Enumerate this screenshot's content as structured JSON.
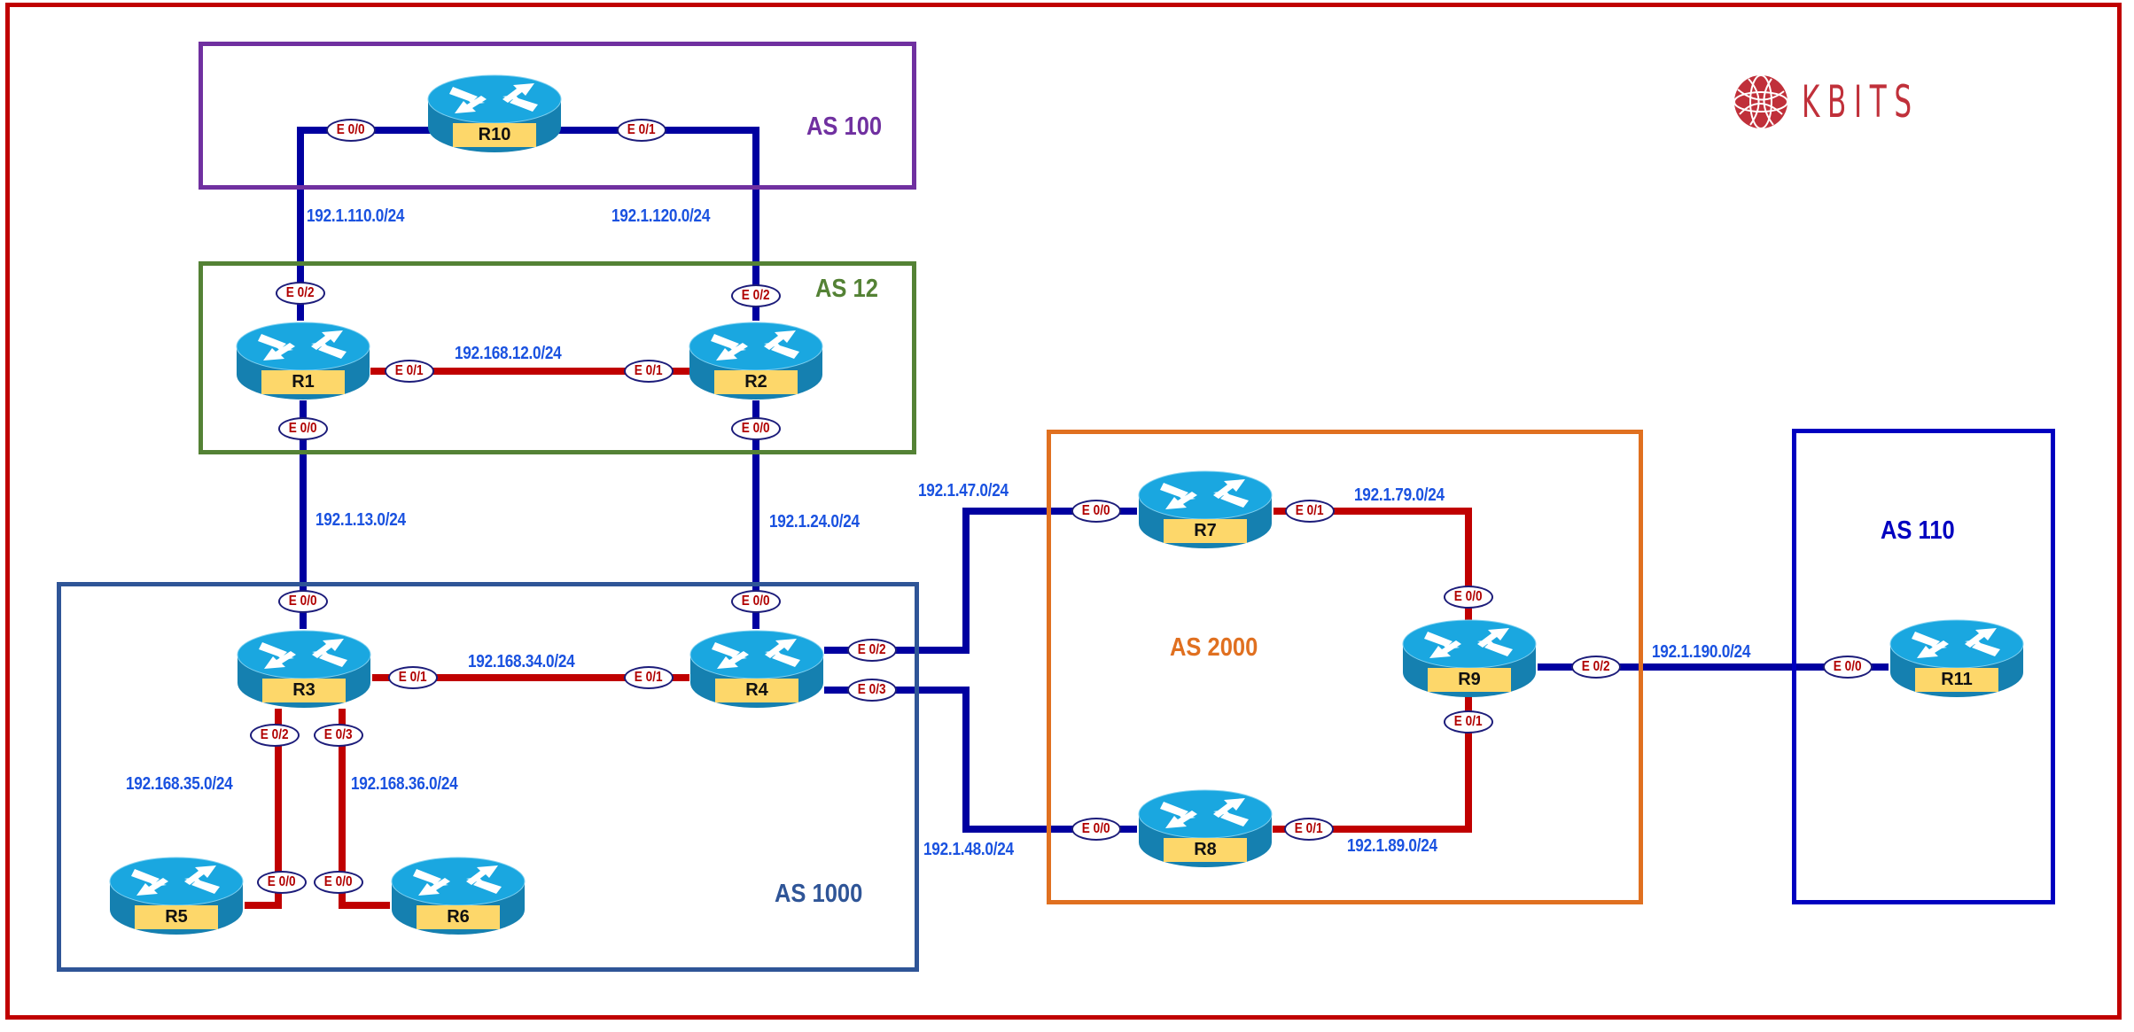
{
  "brand": {
    "logo_text": "KBITS",
    "logo_color": "#c0303a"
  },
  "colors": {
    "frame": "#c00000",
    "ebgp_link": "#0000a0",
    "ibgp_link": "#c00000",
    "network_label": "#1a52e0",
    "interface_text": "#b00000",
    "router_top": "#1aa7e0",
    "router_side": "#1580b0",
    "router_label_bg": "#fdd76a"
  },
  "autonomous_systems": [
    {
      "id": "as100",
      "label": "AS 100",
      "color": "#7030a0"
    },
    {
      "id": "as12",
      "label": "AS 12",
      "color": "#548235"
    },
    {
      "id": "as1000",
      "label": "AS 1000",
      "color": "#2f5597"
    },
    {
      "id": "as2000",
      "label": "AS 2000",
      "color": "#e07020"
    },
    {
      "id": "as110",
      "label": "AS 110",
      "color": "#0000c0"
    }
  ],
  "routers": [
    {
      "id": "R10",
      "name": "R10",
      "as": "AS 100"
    },
    {
      "id": "R1",
      "name": "R1",
      "as": "AS 12"
    },
    {
      "id": "R2",
      "name": "R2",
      "as": "AS 12"
    },
    {
      "id": "R3",
      "name": "R3",
      "as": "AS 1000"
    },
    {
      "id": "R4",
      "name": "R4",
      "as": "AS 1000"
    },
    {
      "id": "R5",
      "name": "R5",
      "as": "AS 1000"
    },
    {
      "id": "R6",
      "name": "R6",
      "as": "AS 1000"
    },
    {
      "id": "R7",
      "name": "R7",
      "as": "AS 2000"
    },
    {
      "id": "R8",
      "name": "R8",
      "as": "AS 2000"
    },
    {
      "id": "R9",
      "name": "R9",
      "as": "AS 2000"
    },
    {
      "id": "R11",
      "name": "R11",
      "as": "AS 110"
    }
  ],
  "links": [
    {
      "id": "l1",
      "network": "192.1.110.0/24",
      "a": "R10",
      "a_if": "E 0/0",
      "b": "R1",
      "b_if": "E 0/2",
      "type": "ebgp"
    },
    {
      "id": "l2",
      "network": "192.1.120.0/24",
      "a": "R10",
      "a_if": "E 0/1",
      "b": "R2",
      "b_if": "E 0/2",
      "type": "ebgp"
    },
    {
      "id": "l3",
      "network": "192.168.12.0/24",
      "a": "R1",
      "a_if": "E 0/1",
      "b": "R2",
      "b_if": "E 0/1",
      "type": "ibgp"
    },
    {
      "id": "l4",
      "network": "192.1.13.0/24",
      "a": "R1",
      "a_if": "E 0/0",
      "b": "R3",
      "b_if": "E 0/0",
      "type": "ebgp"
    },
    {
      "id": "l5",
      "network": "192.1.24.0/24",
      "a": "R2",
      "a_if": "E 0/0",
      "b": "R4",
      "b_if": "E 0/0",
      "type": "ebgp"
    },
    {
      "id": "l6",
      "network": "192.168.34.0/24",
      "a": "R3",
      "a_if": "E 0/1",
      "b": "R4",
      "b_if": "E 0/1",
      "type": "ibgp"
    },
    {
      "id": "l7",
      "network": "192.168.35.0/24",
      "a": "R3",
      "a_if": "E 0/2",
      "b": "R5",
      "b_if": "E 0/0",
      "type": "ibgp"
    },
    {
      "id": "l8",
      "network": "192.168.36.0/24",
      "a": "R3",
      "a_if": "E 0/3",
      "b": "R6",
      "b_if": "E 0/0",
      "type": "ibgp"
    },
    {
      "id": "l9",
      "network": "192.1.47.0/24",
      "a": "R4",
      "a_if": "E 0/2",
      "b": "R7",
      "b_if": "E 0/0",
      "type": "ebgp"
    },
    {
      "id": "l10",
      "network": "192.1.48.0/24",
      "a": "R4",
      "a_if": "E 0/3",
      "b": "R8",
      "b_if": "E 0/0",
      "type": "ebgp"
    },
    {
      "id": "l11",
      "network": "192.1.79.0/24",
      "a": "R7",
      "a_if": "E 0/1",
      "b": "R9",
      "b_if": "E 0/0",
      "type": "ibgp"
    },
    {
      "id": "l12",
      "network": "192.1.89.0/24",
      "a": "R8",
      "a_if": "E 0/1",
      "b": "R9",
      "b_if": "E 0/1",
      "type": "ibgp"
    },
    {
      "id": "l13",
      "network": "192.1.190.0/24",
      "a": "R9",
      "a_if": "E 0/2",
      "b": "R11",
      "b_if": "E 0/0",
      "type": "ebgp"
    }
  ]
}
